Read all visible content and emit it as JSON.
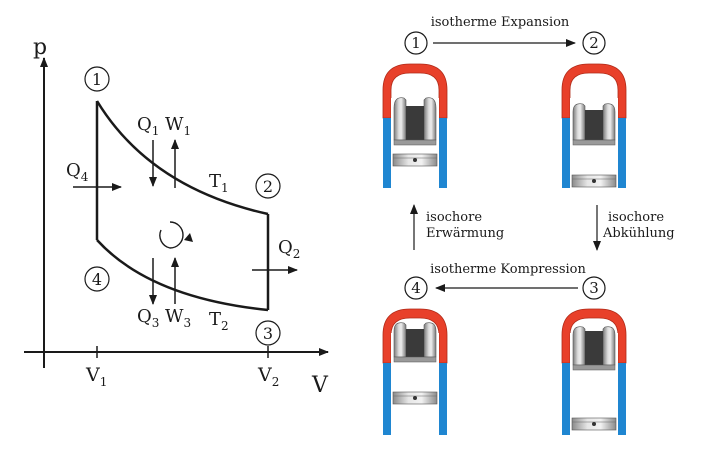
{
  "pv_diagram": {
    "axis_p": "p",
    "axis_v": "V",
    "v1": {
      "main": "V",
      "sub": "1"
    },
    "v2": {
      "main": "V",
      "sub": "2"
    },
    "state_1": "1",
    "state_2": "2",
    "state_3": "3",
    "state_4": "4",
    "q1": {
      "main": "Q",
      "sub": "1"
    },
    "w1": {
      "main": "W",
      "sub": "1"
    },
    "t1": {
      "main": "T",
      "sub": "1"
    },
    "q2": {
      "main": "Q",
      "sub": "2"
    },
    "q3": {
      "main": "Q",
      "sub": "3"
    },
    "w3": {
      "main": "W",
      "sub": "3"
    },
    "t2": {
      "main": "T",
      "sub": "2"
    },
    "q4": {
      "main": "Q",
      "sub": "4"
    }
  },
  "cycle": {
    "step_12": "isotherme Expansion",
    "step_23_line1": "isochore",
    "step_23_line2": "Abkühlung",
    "step_34": "isotherme Kompression",
    "step_41_line1": "isochore",
    "step_41_line2": "Erwärmung",
    "state_1": "1",
    "state_2": "2",
    "state_3": "3",
    "state_4": "4"
  },
  "colors": {
    "hot": "#e8402a",
    "cold": "#1f86d1",
    "piston": "#c9c9c9",
    "line": "#1a1a1a"
  }
}
